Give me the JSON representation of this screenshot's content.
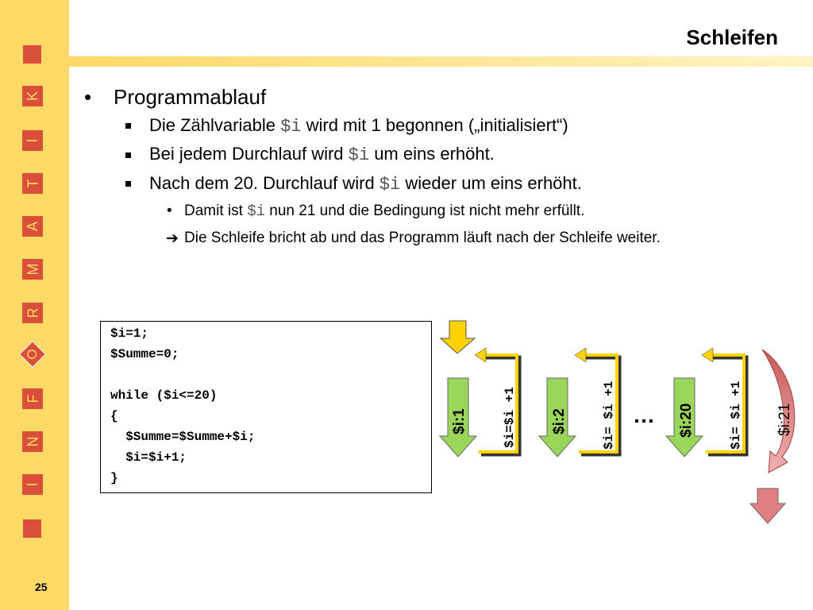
{
  "slide": {
    "title": "Schleifen",
    "page_number": "25"
  },
  "sidebar": {
    "letters": [
      "K",
      "I",
      "T",
      "A",
      "M",
      "R",
      "O",
      "F",
      "N",
      "I"
    ]
  },
  "content": {
    "bullet1": "Programmablauf",
    "sub1_pre": "Die Zählvariable ",
    "sub1_var": "$i",
    "sub1_post": " wird mit 1 begonnen („initialisiert“)",
    "sub2_pre": "Bei jedem Durchlauf wird ",
    "sub2_var": "$i",
    "sub2_post": " um eins erhöht.",
    "sub3_pre": "Nach dem 20. Durchlauf wird ",
    "sub3_var": "$i",
    "sub3_post": " wieder um eins erhöht.",
    "subsub1_pre": "Damit ist ",
    "subsub1_var": "$i",
    "subsub1_post": " nun 21 und die Bedingung ist nicht mehr erfüllt.",
    "subsub2": "Die Schleife bricht ab und das Programm läuft nach der Schleife weiter."
  },
  "code": {
    "lines": [
      "$i=1;",
      "$Summe=0;",
      "",
      "while ($i<=20)",
      "{",
      "  $Summe=$Summe+$i;",
      "  $i=$i+1;",
      "}"
    ]
  },
  "flow": {
    "arrow1_label": "$i:1",
    "loop1_label": "$i=$i +1",
    "arrow2_label": "$i:2",
    "loop2_label": "$i= $i +1",
    "ellipsis": "…",
    "arrow3_label": "$i:20",
    "loop3_label": "$i= $i +1",
    "exit_label": "$i:21"
  },
  "colors": {
    "sidebar": "#ffd966",
    "accent_red": "#d94f3a",
    "green_arrow": "#9ad65a",
    "yellow_arrow": "#ffd200",
    "red_arrow": "#e08080",
    "exit_curve": "#d98080"
  }
}
